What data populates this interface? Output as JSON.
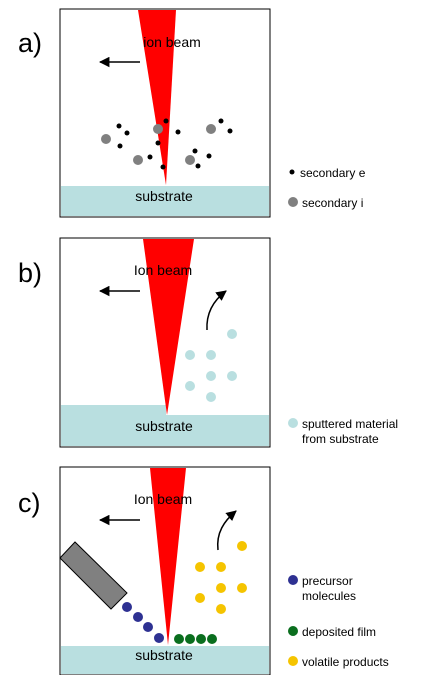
{
  "panels": [
    {
      "id": "a",
      "letter": "a)",
      "beam_label": "ion beam",
      "substrate_label": "substrate",
      "legend": [
        {
          "text": "secondary e",
          "color": "#000000"
        },
        {
          "text": "secondary i",
          "color": "#808080"
        }
      ]
    },
    {
      "id": "b",
      "letter": "b)",
      "beam_label": "Ion beam",
      "substrate_label": "substrate",
      "legend": [
        {
          "text": "sputtered material",
          "text2": "from substrate",
          "color": "#b9dfe0"
        }
      ]
    },
    {
      "id": "c",
      "letter": "c)",
      "beam_label": "Ion beam",
      "substrate_label": "substrate",
      "legend": [
        {
          "text": "precursor",
          "text2": "molecules",
          "color": "#2e3192"
        },
        {
          "text": "deposited film",
          "color": "#0a6e1e"
        },
        {
          "text": "volatile products",
          "color": "#f5c400"
        }
      ]
    }
  ],
  "colors": {
    "beam": "#ff0000",
    "substrate": "#b9dfe0",
    "secondary_e": "#000000",
    "secondary_i": "#808080",
    "sputtered": "#b9dfe0",
    "precursor": "#2e3192",
    "film": "#0a6e1e",
    "volatile": "#f5c400",
    "nozzle": "#808080"
  }
}
